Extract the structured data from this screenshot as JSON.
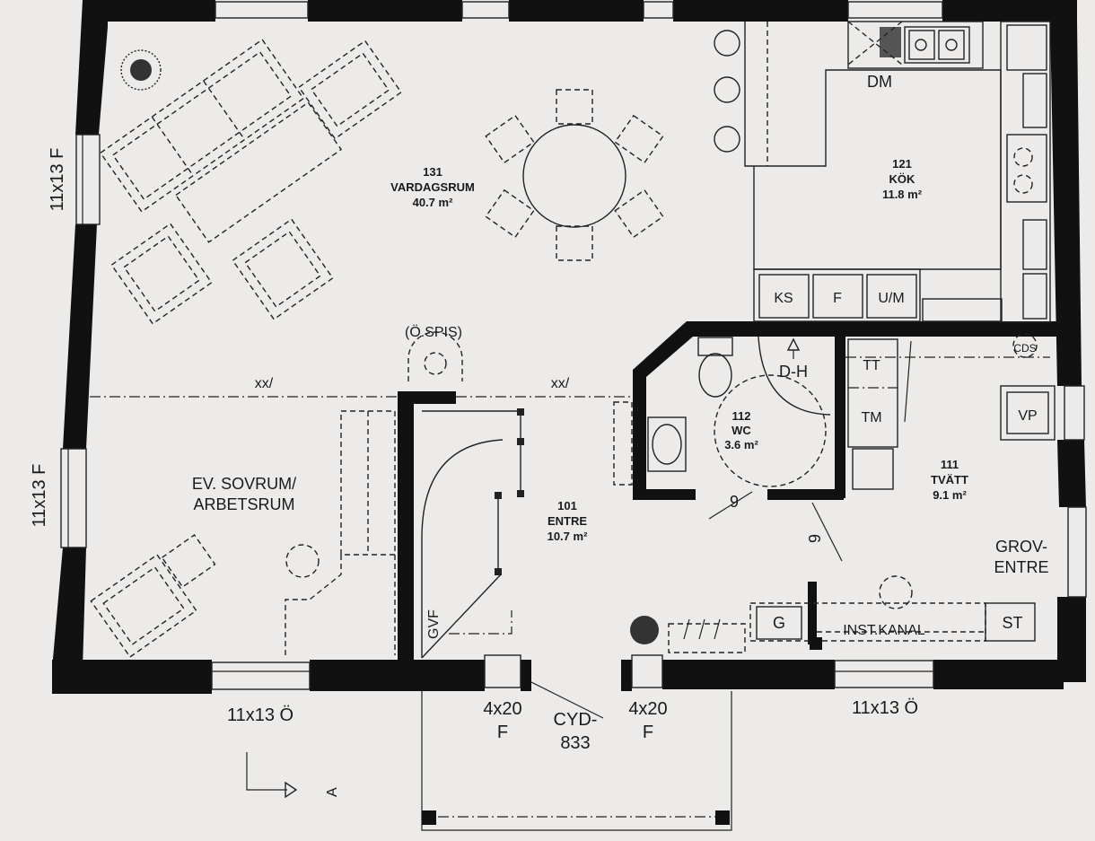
{
  "rooms": {
    "vardagsrum": {
      "number": "131",
      "name": "VARDAGSRUM",
      "area": "40.7 m²"
    },
    "kok": {
      "number": "121",
      "name": "KÖK",
      "area": "11.8 m²"
    },
    "entre": {
      "number": "101",
      "name": "ENTRE",
      "area": "10.7 m²"
    },
    "wc": {
      "number": "112",
      "name": "WC",
      "area": "3.6 m²"
    },
    "tvatt": {
      "number": "111",
      "name": "TVÄTT",
      "area": "9.1 m²"
    },
    "sovrum": {
      "line1": "EV. SOVRUM/",
      "line2": "ARBETSRUM"
    },
    "grovEntre": {
      "line1": "GROV-",
      "line2": "ENTRE"
    }
  },
  "appliances": {
    "dm": "DM",
    "ks": "KS",
    "f": "F",
    "um": "U/M",
    "tt": "TT",
    "tm": "TM",
    "vp": "VP",
    "dh": "D-H",
    "cds": "CDS",
    "g": "G",
    "st": "ST",
    "instKanal": "INST.KANAL",
    "spis": "(Ö.SPIS)",
    "gvf": "GVF"
  },
  "windows": {
    "leftTop": "11x13 F",
    "leftBottom": "11x13 F",
    "bottomLeft": "11x13 Ö",
    "bottomRight": "11x13 Ö",
    "door1": {
      "line1": "4x20",
      "line2": "F"
    },
    "door2": {
      "line1": "4x20",
      "line2": "F"
    },
    "cyd": {
      "line1": "CYD-",
      "line2": "833"
    }
  },
  "marks": {
    "xx1": "xx/",
    "xx2": "xx/",
    "nine1": "9",
    "nine2": "9",
    "sectionA": "A"
  }
}
